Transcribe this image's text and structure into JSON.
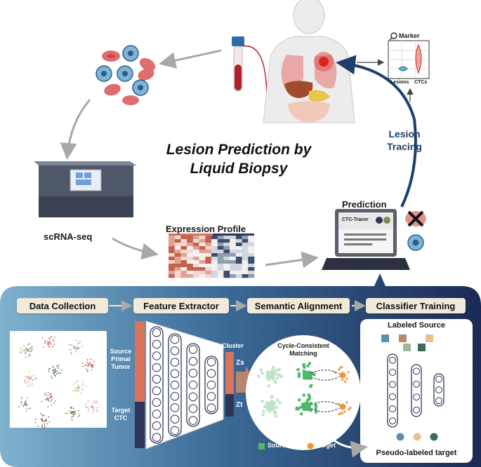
{
  "title_line1": "Lesion Prediction by",
  "title_line2": "Liquid Biopsy",
  "top": {
    "scrna_label": "scRNA-seq",
    "expression_label": "Expression Profile",
    "prediction_label": "Prediction",
    "ctc_tracer_label": "CTC-Tracer",
    "lesion_tracing_line1": "Lesion",
    "lesion_tracing_line2": "Tracing",
    "marker_label": "Marker",
    "lesions_label": "Lesions",
    "ctcs_label": "CTCs"
  },
  "pipeline": {
    "steps": [
      "Data Collection",
      "Feature Extractor",
      "Semantic Alignment",
      "Classifier Training"
    ],
    "source_label": "Source\nPrimal\nTumor",
    "target_label": "Target\nCTC",
    "cluster_label": "Cluster",
    "zs_label": "Zs",
    "zt_label": "Zt",
    "matching_title": "Cycle-Consistent\nMatching",
    "legend_source": "Source",
    "legend_target": "Target",
    "labeled_source": "Labeled Source",
    "pseudo_labeled": "Pseudo-labeled target"
  },
  "colors": {
    "source": "#d9735a",
    "target": "#2e3558",
    "accent_blue": "#1e3f6e",
    "bubble_green": "#4fb86a",
    "bubble_orange": "#f0963a"
  }
}
